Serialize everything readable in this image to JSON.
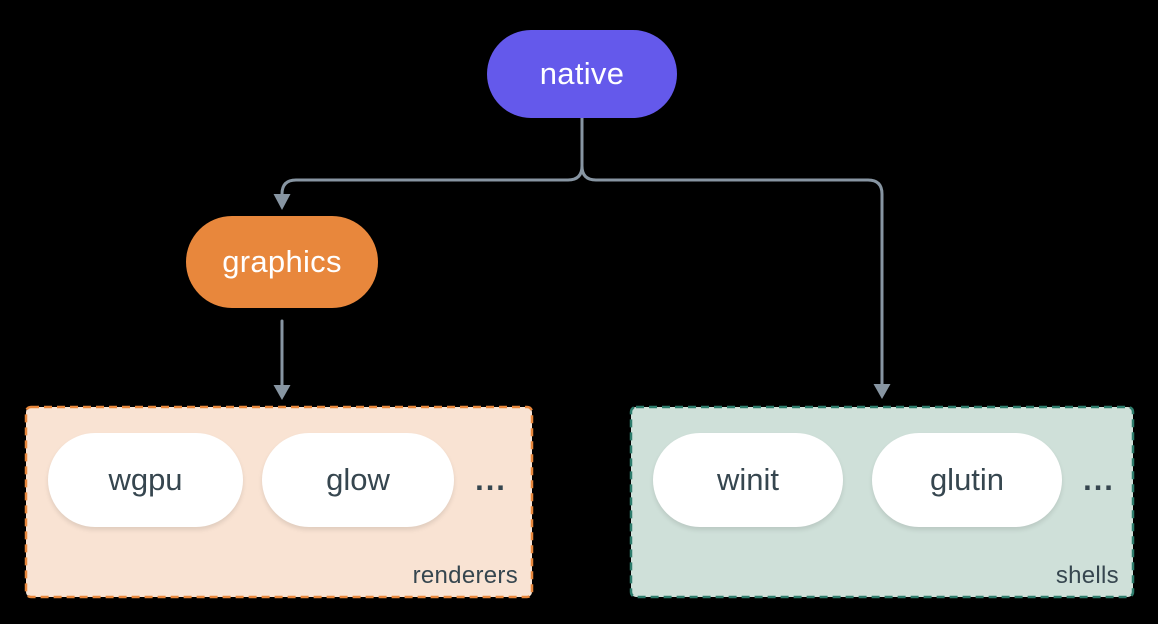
{
  "diagram": {
    "background": "#000000",
    "connector_color": "#8795A2",
    "nodes": {
      "native": {
        "label": "native",
        "fill": "#6459EB",
        "text_color": "#FFFFFF"
      },
      "graphics": {
        "label": "graphics",
        "fill": "#E8873C",
        "text_color": "#FFFFFF"
      }
    },
    "groups": {
      "renderers": {
        "label": "renderers",
        "fill": "#F9E3D3",
        "border_color": "#E8873C",
        "text_color": "#36464F",
        "items": [
          {
            "label": "wgpu"
          },
          {
            "label": "glow"
          }
        ],
        "ellipsis": "..."
      },
      "shells": {
        "label": "shells",
        "fill": "#CFE0D9",
        "border_color": "#2E7C6C",
        "text_color": "#36464F",
        "items": [
          {
            "label": "winit"
          },
          {
            "label": "glutin"
          }
        ],
        "ellipsis": "..."
      }
    },
    "edges": [
      {
        "from": "native",
        "to": "graphics"
      },
      {
        "from": "native",
        "to": "shells"
      },
      {
        "from": "graphics",
        "to": "renderers"
      }
    ]
  }
}
